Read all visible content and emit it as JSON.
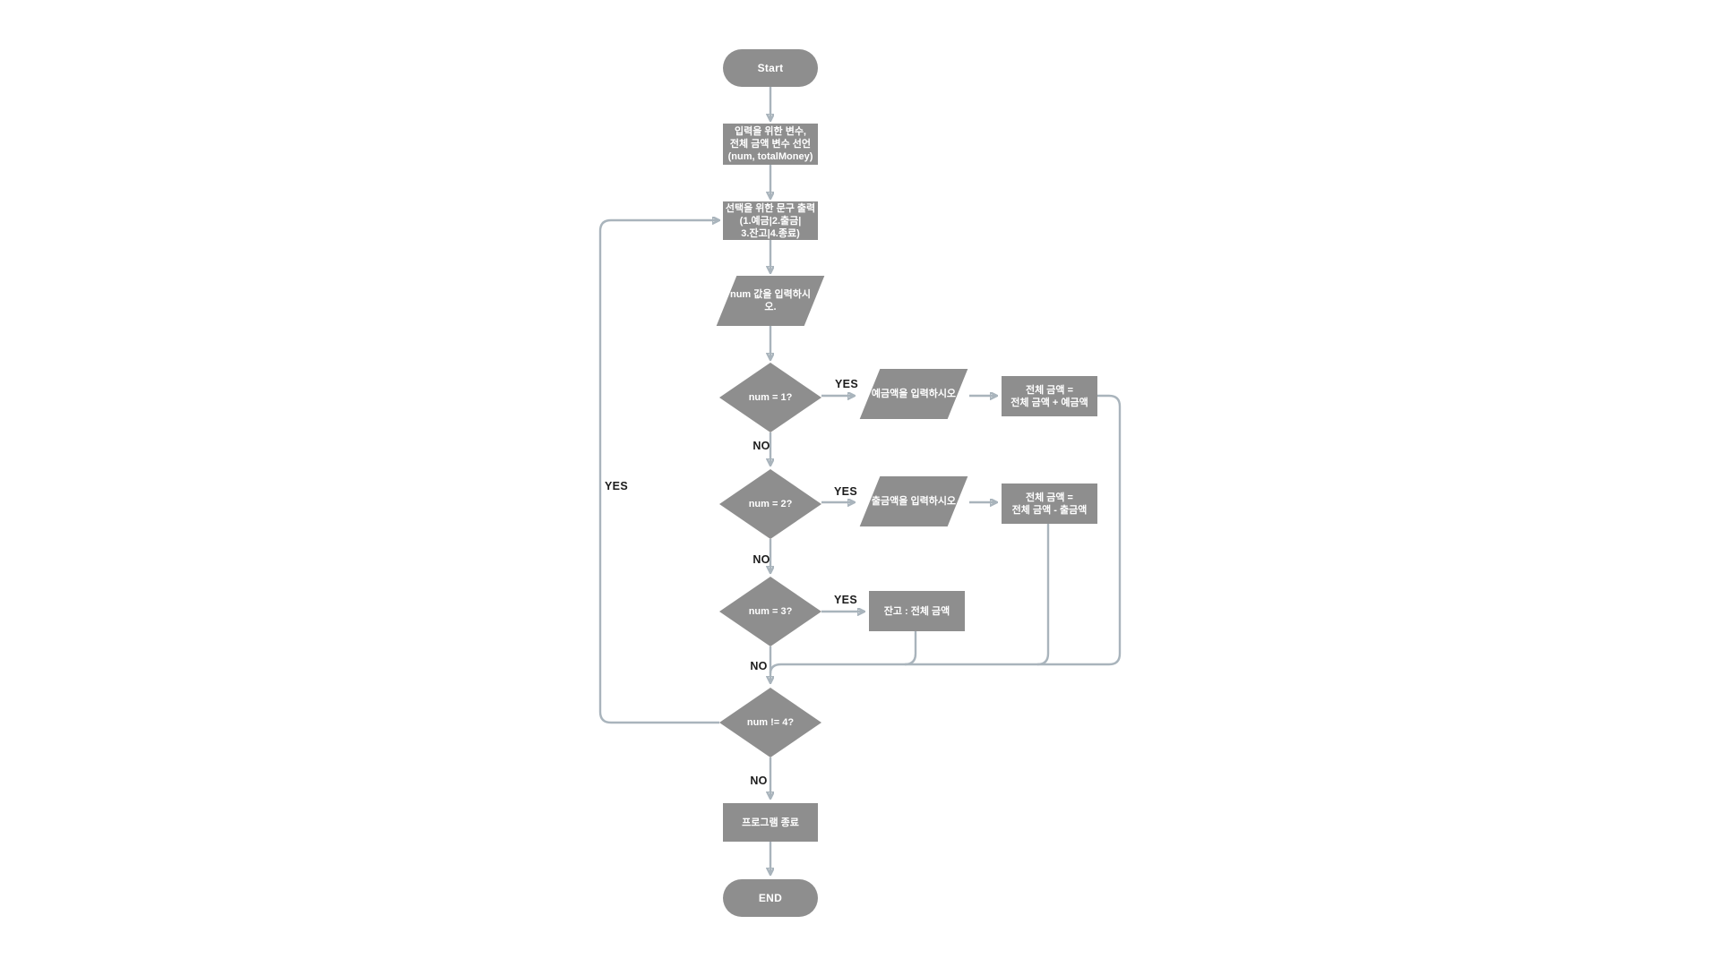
{
  "diagram": {
    "type": "flowchart",
    "nodes": {
      "start": {
        "label": "Start"
      },
      "declare": {
        "lines": [
          "입력을 위한 변수,",
          "전체 금액 변수 선언",
          "(num, totalMoney)"
        ]
      },
      "menu": {
        "lines": [
          "선택을 위한 문구 출력",
          "(1.예금|2.출금|",
          "3.잔고|4.종료)"
        ]
      },
      "input_num": {
        "label": "num 값을 입력하시오."
      },
      "check1": {
        "label": "num = 1?"
      },
      "deposit_input": {
        "label": "예금액을 입력하시오"
      },
      "deposit_calc": {
        "lines": [
          "전체 금액 =",
          "전체 금액  + 예금액"
        ]
      },
      "check2": {
        "label": "num = 2?"
      },
      "withdraw_input": {
        "label": "출금액을 입력하시오"
      },
      "withdraw_calc": {
        "lines": [
          "전체 금액 =",
          "전체 금액  - 출금액"
        ]
      },
      "check3": {
        "label": "num = 3?"
      },
      "balance": {
        "label": "잔고 : 전체 금액"
      },
      "check4": {
        "label": "num != 4?"
      },
      "terminate": {
        "label": "프로그램 종료"
      },
      "end": {
        "label": "END"
      }
    },
    "edge_labels": {
      "check1_yes": "YES",
      "check1_no": "NO",
      "check2_yes": "YES",
      "check2_no": "NO",
      "check3_yes": "YES",
      "check3_no": "NO",
      "check4_yes": "YES",
      "check4_no": "NO"
    },
    "colors": {
      "node_fill": "#8e8e8e",
      "node_text": "#ffffff",
      "connector": "#a9b4bc",
      "edge_label": "#1c1c1c",
      "background": "#ffffff"
    }
  }
}
